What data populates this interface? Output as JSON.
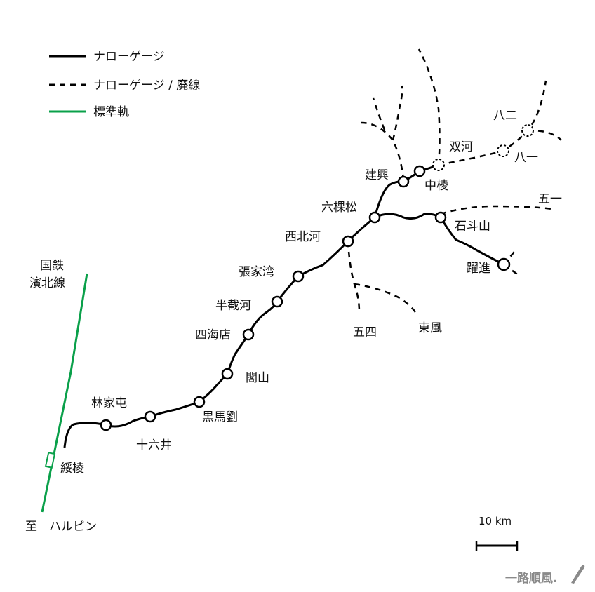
{
  "legend": {
    "solid": "ナローゲージ",
    "dashed": "ナローゲージ / 廃線",
    "green": "標準軌"
  },
  "colors": {
    "narrow": "#000000",
    "standard": "#0aa04a",
    "signature": "#8a8a8a"
  },
  "stations": {
    "suileng": "綏棱",
    "linjiatun": "林家屯",
    "shiliujing": "十六井",
    "heimaliu": "黒馬劉",
    "geshan": "閣山",
    "sihaidian": "四海店",
    "banjiehe": "半截河",
    "zhangjiawan": "張家湾",
    "xibeihe": "西北河",
    "liukesong": "六棵松",
    "jianxing": "建興",
    "zhongleng": "中棱",
    "shuanghe": "双河",
    "ba_er": "八二",
    "ba_yi": "八一",
    "wu_yi": "五一",
    "shidoushan": "石斗山",
    "yuejin": "躍進",
    "wusi": "五四",
    "dongfeng": "東風"
  },
  "national_railway": {
    "line1": "国鉄",
    "line2": "濱北線",
    "to_harbin": "至　ハルビン"
  },
  "scale": {
    "label": "10 km"
  },
  "signature": "一路順風."
}
